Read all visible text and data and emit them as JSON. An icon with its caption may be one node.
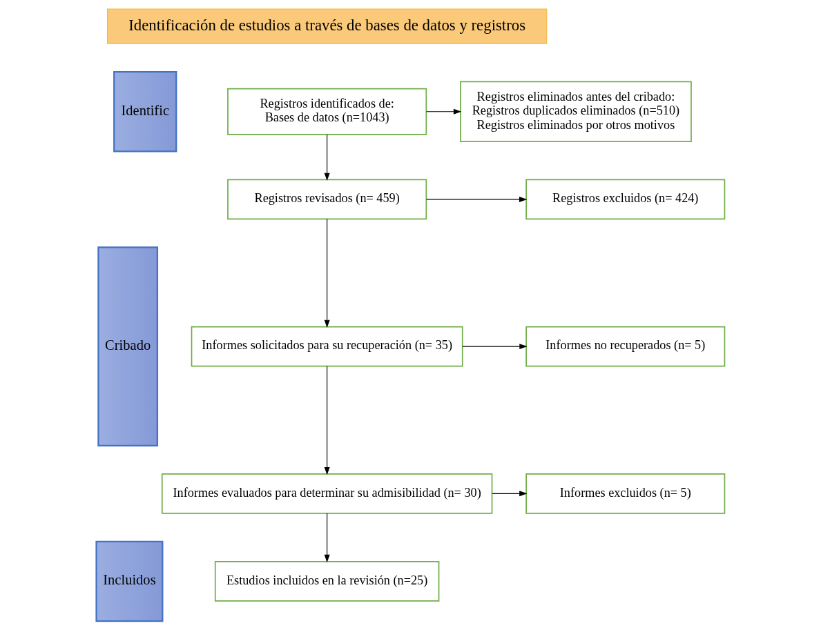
{
  "diagram": {
    "nodes": [
      {
        "text": [
          "Identificación de estudios a través de bases de datos y registros"
        ]
      },
      {
        "text": [
          "Identific"
        ]
      },
      {
        "text": [
          "Cribado"
        ]
      },
      {
        "text": [
          "Incluidos"
        ]
      },
      {
        "text": [
          "Registros identificados de:",
          "Bases de datos (n=1043)"
        ]
      },
      {
        "text": [
          "Registros eliminados antes del cribado:",
          "Registros duplicados eliminados (n=510)",
          "Registros eliminados por otros motivos"
        ]
      },
      {
        "text": [
          "Registros revisados (n= 459)"
        ]
      },
      {
        "text": [
          "Registros excluidos (n= 424)"
        ]
      },
      {
        "text": [
          "Informes solicitados para su recuperación (n= 35)"
        ]
      },
      {
        "text": [
          "Informes no recuperados (n= 5)"
        ]
      },
      {
        "text": [
          "Informes evaluados para determinar su admisibilidad (n= 30)"
        ]
      },
      {
        "text": [
          "Informes excluidos (n= 5)"
        ]
      },
      {
        "text": [
          "Estudios incluidos en la revisión (n=25)"
        ]
      }
    ],
    "edges": [
      {
        "from": 4,
        "to": 5,
        "arrow": "to"
      },
      {
        "from": 4,
        "to": 6,
        "arrow": "to"
      },
      {
        "from": 6,
        "to": 7,
        "arrow": "to"
      },
      {
        "from": 6,
        "to": 8,
        "arrow": "to"
      },
      {
        "from": 8,
        "to": 9,
        "arrow": "to"
      },
      {
        "from": 8,
        "to": 10,
        "arrow": "to"
      },
      {
        "from": 10,
        "to": 11,
        "arrow": "to"
      },
      {
        "from": 10,
        "to": 12,
        "arrow": "to"
      }
    ]
  }
}
